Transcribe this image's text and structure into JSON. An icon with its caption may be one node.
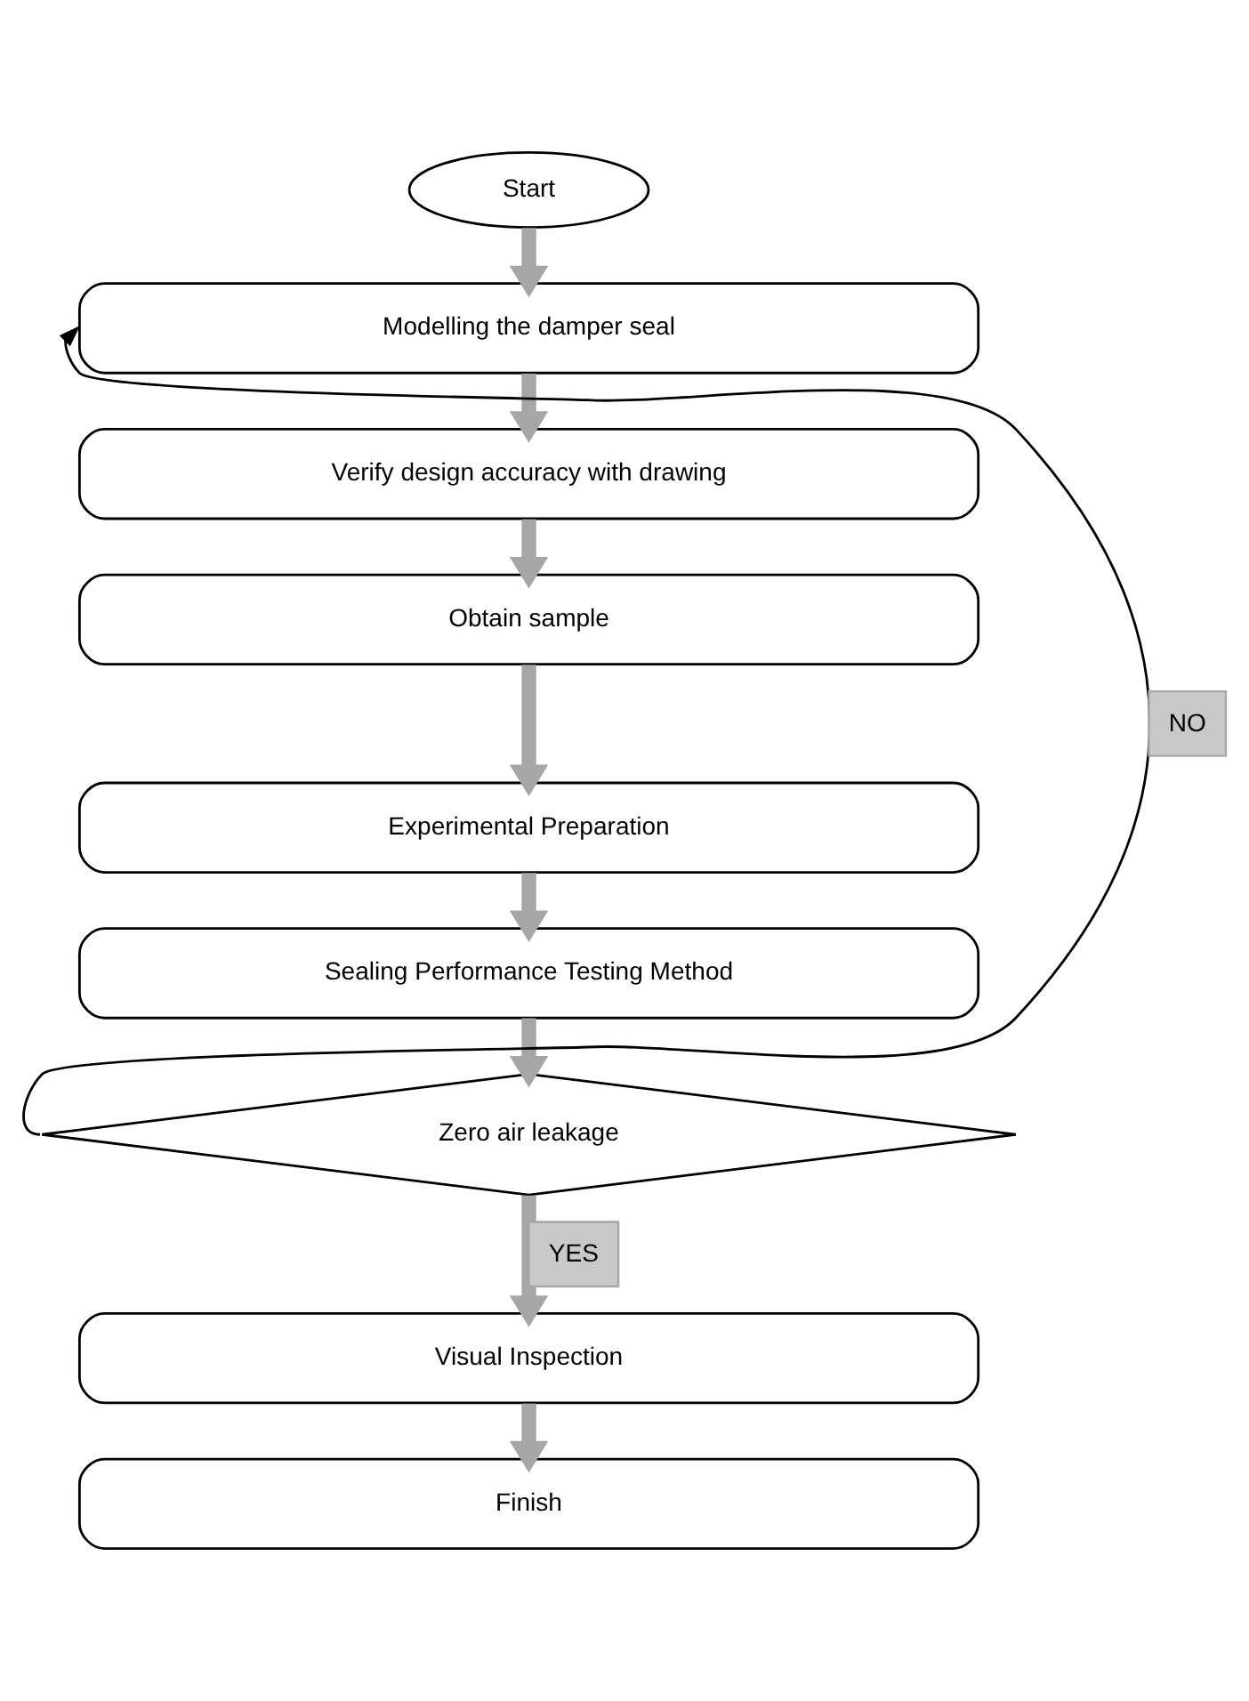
{
  "diagram": {
    "nodes": [
      {
        "text": [
          "Start"
        ]
      },
      {
        "text": [
          "Modelling the damper seal"
        ]
      },
      {
        "text": [
          "Verify design accuracy with drawing"
        ]
      },
      {
        "text": [
          "Obtain sample"
        ]
      },
      {
        "text": [
          "Experimental Preparation"
        ]
      },
      {
        "text": [
          "Sealing Performance Testing Method"
        ]
      },
      {
        "text": [
          "Zero air leakage"
        ]
      },
      {
        "text": [
          "Visual Inspection"
        ]
      },
      {
        "text": [
          "Finish"
        ]
      }
    ],
    "edges": [
      {
        "from": 0,
        "to": 1,
        "arrow": "to"
      },
      {
        "from": 1,
        "to": 2,
        "arrow": "to"
      },
      {
        "from": 2,
        "to": 3,
        "arrow": "to"
      },
      {
        "from": 3,
        "to": 4,
        "arrow": "to"
      },
      {
        "from": 4,
        "to": 5,
        "arrow": "to"
      },
      {
        "from": 5,
        "to": 6,
        "arrow": "to"
      },
      {
        "from": 6,
        "to": 7,
        "arrow": "to",
        "label": "YES"
      },
      {
        "from": 7,
        "to": 8,
        "arrow": "to"
      },
      {
        "from": 6,
        "to": 1,
        "arrow": "to",
        "color": "#000000",
        "label": "NO"
      }
    ]
  }
}
